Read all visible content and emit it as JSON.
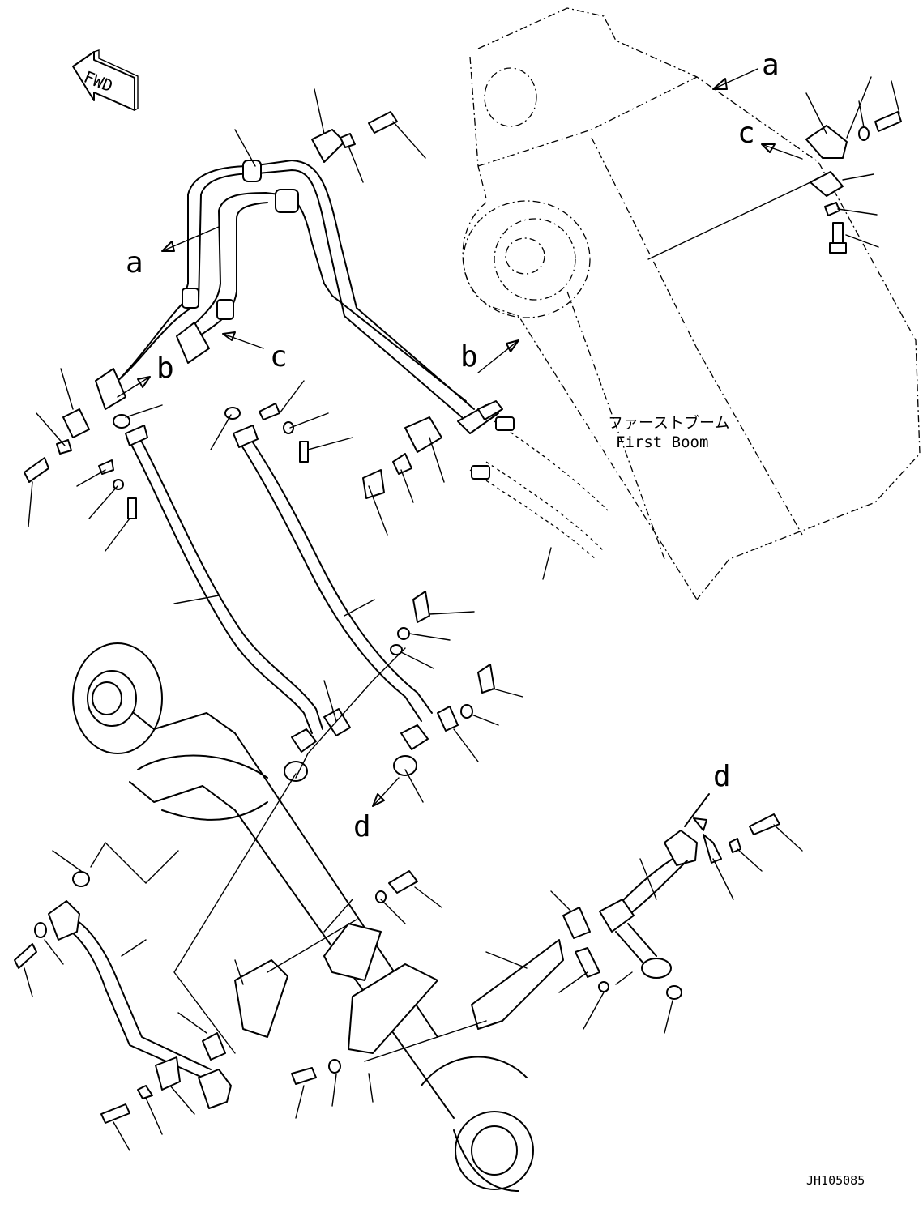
{
  "diagram": {
    "fwd_label": "FWD",
    "boom_label_jp": "ファーストブーム",
    "boom_label_en": "First Boom",
    "drawing_number": "JH105085",
    "callouts": {
      "a_top": "a",
      "a_left": "a",
      "b_left": "b",
      "b_right": "b",
      "c_left": "c",
      "c_right": "c",
      "d_top": "d",
      "d_bottom": "d"
    }
  }
}
